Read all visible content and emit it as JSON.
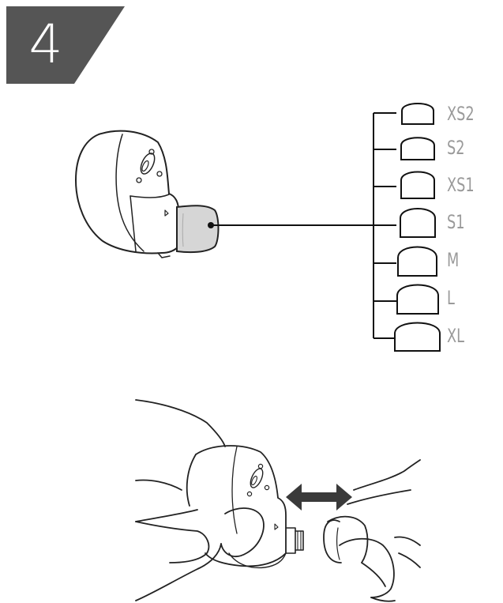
{
  "step": {
    "number": "4",
    "badge_color": "#555555"
  },
  "ear_tips": {
    "sizes": [
      "XS2",
      "S2",
      "XS1",
      "S1",
      "M",
      "L",
      "XL"
    ],
    "label_color": "#9a9a9a",
    "line_color": "#111111"
  },
  "icons": {
    "earbud": "earbud-icon",
    "ear_tip": "ear-tip-icon",
    "arrow": "double-arrow-icon",
    "hands": "hands-icon"
  }
}
